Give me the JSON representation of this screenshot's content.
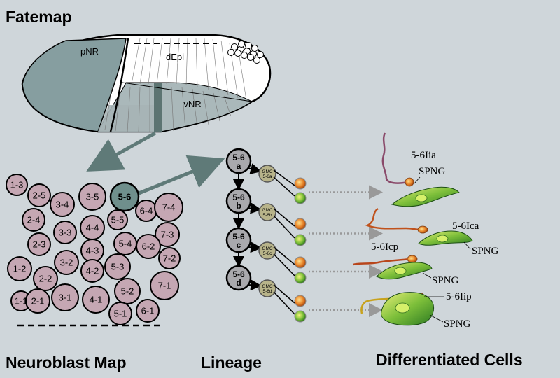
{
  "titles": {
    "fatemap": "Fatemap",
    "neuroblast_map": "Neuroblast Map",
    "lineage": "Lineage",
    "differentiated": "Differentiated Cells"
  },
  "fatemap": {
    "pNR": "pNR",
    "dEpi": "dEpi",
    "vNR": "vNR"
  },
  "neuroblasts": [
    {
      "label": "1-3",
      "fill": "#c5a7b3"
    },
    {
      "label": "2-5",
      "fill": "#c5a7b3"
    },
    {
      "label": "3-4",
      "fill": "#c5a7b3"
    },
    {
      "label": "3-5",
      "fill": "#c5a7b3"
    },
    {
      "label": "5-6",
      "fill": "#6f8f8c",
      "highlight": true
    },
    {
      "label": "6-4",
      "fill": "#c5a7b3"
    },
    {
      "label": "7-4",
      "fill": "#c5a7b3"
    },
    {
      "label": "2-4",
      "fill": "#c5a7b3"
    },
    {
      "label": "3-3",
      "fill": "#c5a7b3"
    },
    {
      "label": "4-4",
      "fill": "#c5a7b3"
    },
    {
      "label": "5-5",
      "fill": "#c5a7b3"
    },
    {
      "label": "7-3",
      "fill": "#c5a7b3"
    },
    {
      "label": "2-3",
      "fill": "#c5a7b3"
    },
    {
      "label": "4-3",
      "fill": "#c5a7b3"
    },
    {
      "label": "5-4",
      "fill": "#c5a7b3"
    },
    {
      "label": "6-2",
      "fill": "#c5a7b3"
    },
    {
      "label": "7-2",
      "fill": "#c5a7b3"
    },
    {
      "label": "1-2",
      "fill": "#c5a7b3"
    },
    {
      "label": "3-2",
      "fill": "#c5a7b3"
    },
    {
      "label": "2-2",
      "fill": "#c5a7b3"
    },
    {
      "label": "4-2",
      "fill": "#c5a7b3"
    },
    {
      "label": "5-3",
      "fill": "#c5a7b3"
    },
    {
      "label": "7-1",
      "fill": "#c5a7b3"
    },
    {
      "label": "1-1",
      "fill": "#c5a7b3"
    },
    {
      "label": "2-1",
      "fill": "#c5a7b3"
    },
    {
      "label": "3-1",
      "fill": "#c5a7b3"
    },
    {
      "label": "4-1",
      "fill": "#c5a7b3"
    },
    {
      "label": "5-2",
      "fill": "#c5a7b3"
    },
    {
      "label": "5-1",
      "fill": "#c5a7b3"
    },
    {
      "label": "6-1",
      "fill": "#c5a7b3"
    }
  ],
  "lineage": [
    {
      "top": "5-6",
      "sub": "a",
      "gmc": "GMC",
      "gmc_sub": "5-6a"
    },
    {
      "top": "5-6",
      "sub": "b",
      "gmc": "GMC",
      "gmc_sub": "5-6b"
    },
    {
      "top": "5-6",
      "sub": "c",
      "gmc": "GMC",
      "gmc_sub": "5-6c"
    },
    {
      "top": "5-6",
      "sub": "d",
      "gmc": "GMC",
      "gmc_sub": "5-6d"
    }
  ],
  "cells": {
    "iia": "5-6Iia",
    "ica": "5-6Ica",
    "icp": "5-6Icp",
    "iip": "5-6Iip",
    "spng1": "SPNG",
    "spng2": "SPNG",
    "spng3": "SPNG",
    "spng4": "SPNG"
  },
  "colors": {
    "background": "#cfd6da",
    "neuroblast": "#c5a7b3",
    "highlight": "#6f8f8c",
    "arrow": "#5f7a78",
    "gmc": "#b8b48a"
  }
}
